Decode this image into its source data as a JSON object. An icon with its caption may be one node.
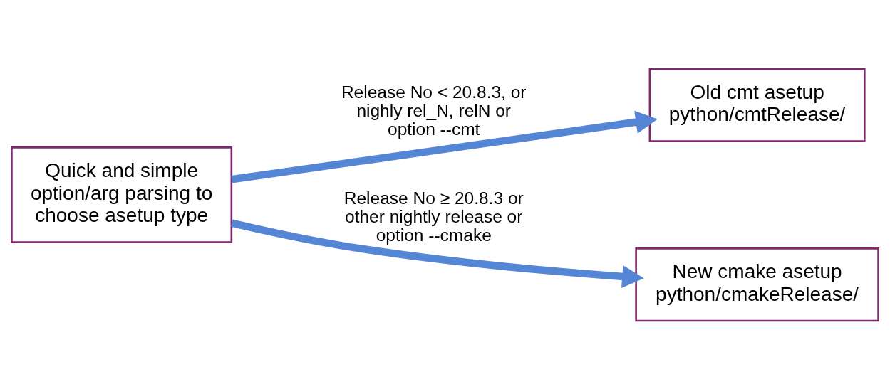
{
  "diagram": {
    "nodes": [
      {
        "text": [
          "Quick and simple option/arg parsing to choose asetup type"
        ]
      },
      {
        "text": [
          "Old cmt asetup",
          "python/cmtRelease/"
        ]
      },
      {
        "text": [
          "New cmake asetup",
          "python/cmakeRelease/"
        ]
      }
    ],
    "edges": [
      {
        "from": 0,
        "to": 1,
        "arrow": "to",
        "label": "Release No < 20.8.3, or nighly rel_N, relN or option --cmt"
      },
      {
        "from": 0,
        "to": 2,
        "arrow": "to",
        "label": "Release No ≥ 20.8.3 or other nightly release or option --cmake"
      }
    ]
  }
}
